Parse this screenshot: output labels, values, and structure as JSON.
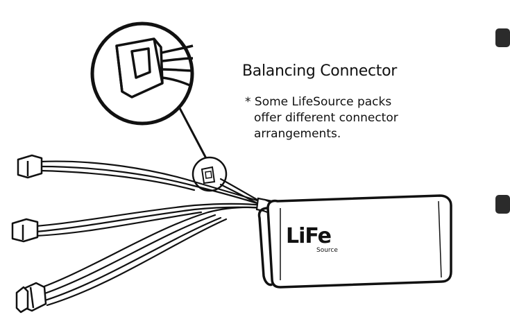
{
  "callout": {
    "title": "Balancing Connector",
    "note_lines": [
      "* Some LifeSource packs",
      "offer different connector",
      "arrangements."
    ]
  },
  "battery": {
    "logo_text": "LiFe",
    "logo_subtext": "Source"
  },
  "colors": {
    "outline": "#111111",
    "background": "#ffffff",
    "marker": "#2b2b2b"
  },
  "icons": [
    "magnifier-circle",
    "balance-connector-icon",
    "battery-pack",
    "plug-connector-icon",
    "page-marker"
  ]
}
